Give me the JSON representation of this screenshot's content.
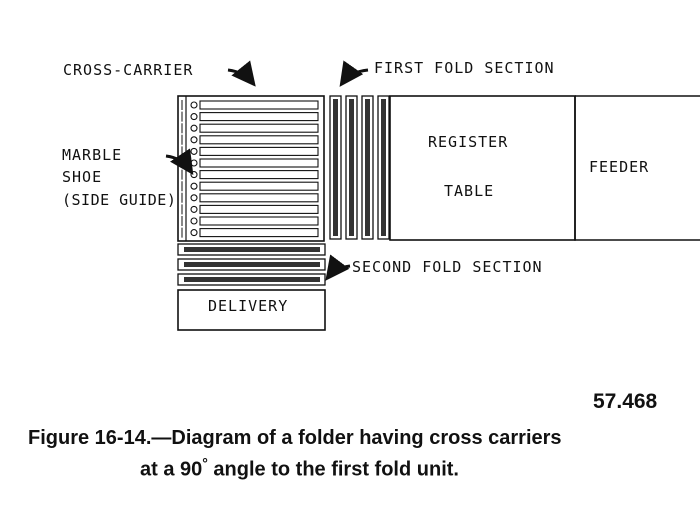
{
  "labels": {
    "cross_carrier": "CROSS-CARRIER",
    "first_fold": "FIRST FOLD SECTION",
    "marble_shoe": [
      "MARBLE",
      "SHOE",
      "(SIDE GUIDE)"
    ],
    "second_fold": "SECOND FOLD SECTION",
    "register_table": [
      "REGISTER",
      "TABLE"
    ],
    "feeder": "FEEDER",
    "delivery": "DELIVERY"
  },
  "figure_number": "57.468",
  "caption": {
    "line1": "Figure 16-14.—Diagram of a folder having cross carriers",
    "line2_before": "at a 90",
    "line2_degree": "°",
    "line2_after": " angle to the first fold unit."
  }
}
